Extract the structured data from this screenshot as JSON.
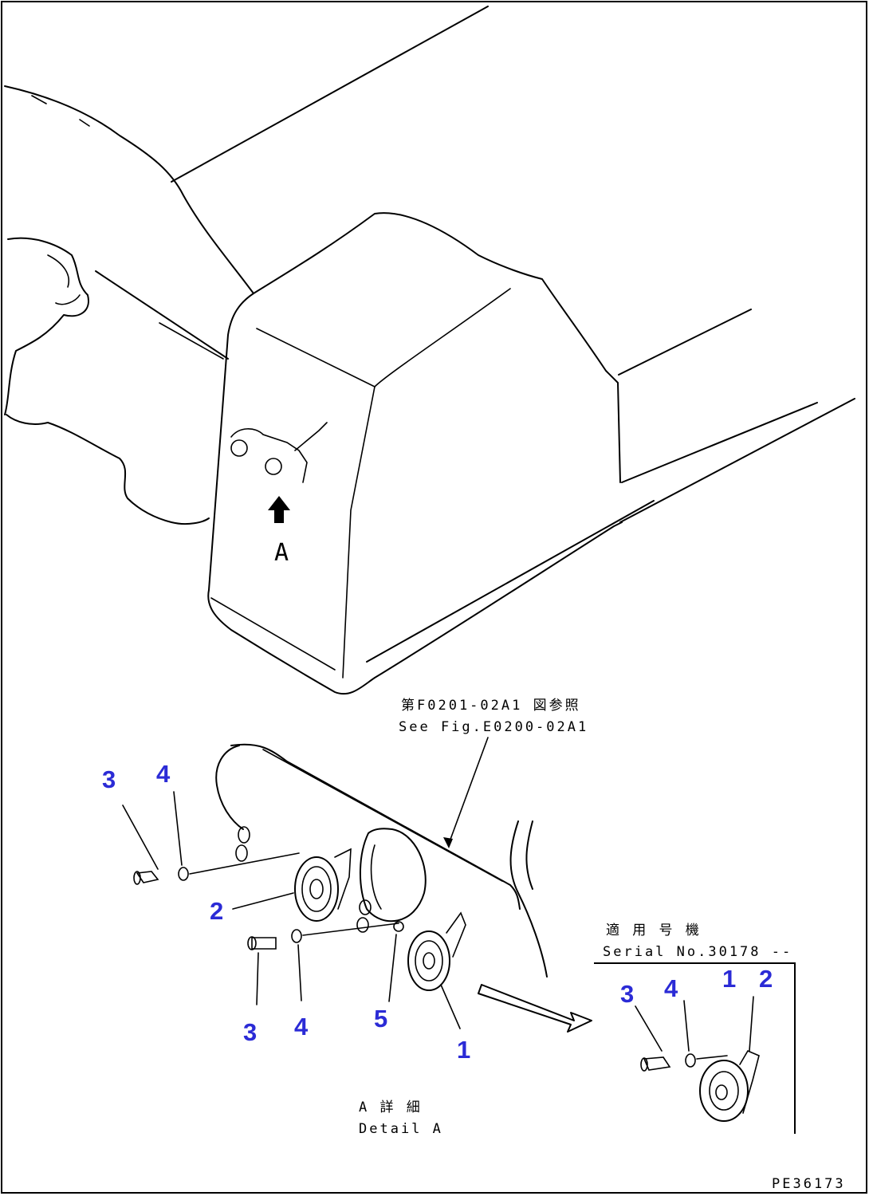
{
  "view_marker": {
    "arrow_label": "A"
  },
  "reference_note": {
    "line_jp": "第F0201-02A1 図参照",
    "line_en": "See Fig.E0200-02A1"
  },
  "detail_label": {
    "line_jp": "A 詳 細",
    "line_en": "Detail A"
  },
  "serial_box": {
    "line_jp": "適 用 号 機",
    "line_en": "Serial No.30178 -- "
  },
  "callouts": {
    "main": [
      "3",
      "4",
      "2",
      "3",
      "4",
      "5",
      "1"
    ],
    "inset": [
      "3",
      "4",
      "1",
      "2"
    ]
  },
  "drawing_id": "PE36173",
  "colors": {
    "callout": "#2b2bd6",
    "line": "#000000",
    "background": "#ffffff"
  }
}
